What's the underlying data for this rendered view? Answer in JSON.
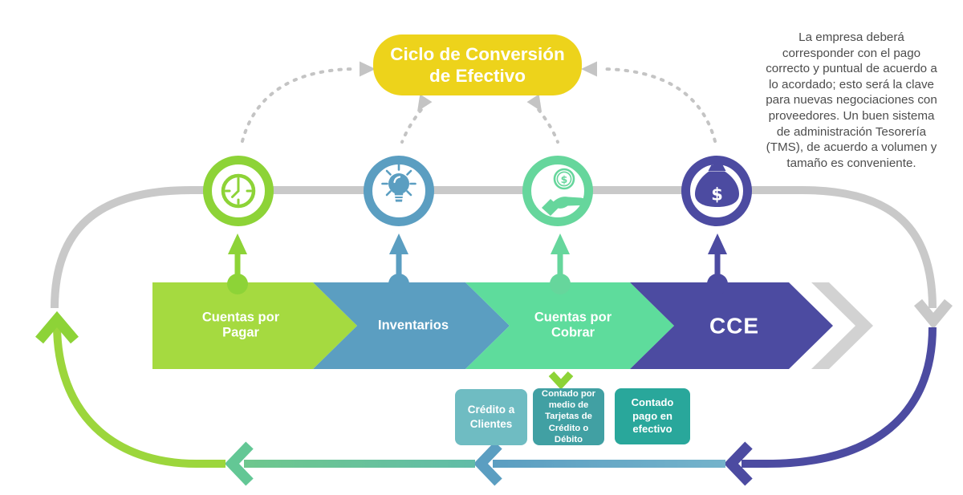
{
  "title": {
    "text": "Ciclo de Conversión de Efectivo"
  },
  "note": {
    "lines": [
      "La empresa deberá",
      "corresponder con el pago",
      "correcto y puntual de acuerdo a",
      "lo acordado; esto será la clave",
      "para nuevas negociaciones con",
      "proveedores. Un buen sistema",
      "de administración Tesorería",
      "(TMS), de acuerdo a volumen y",
      "tamaño es conveniente."
    ]
  },
  "stages": [
    {
      "label": "Cuentas por Pagar",
      "band_color": "#A5DA40",
      "accent": "#8DD337",
      "icon": "clock-icon"
    },
    {
      "label": "Inventarios",
      "band_color": "#5B9EC1",
      "accent": "#5B9EC1",
      "icon": "lightbulb-icon"
    },
    {
      "label": "Cuentas por Cobrar",
      "band_color": "#5EDC9C",
      "accent": "#66D69C",
      "icon": "hand-coin-icon"
    },
    {
      "label": "CCE",
      "band_color": "#4C4BA1",
      "accent": "#4C4BA1",
      "icon": "money-bag-icon"
    }
  ],
  "payment_methods": [
    {
      "label": "Crédito a Clientes",
      "color": "#6FBCC2"
    },
    {
      "label": "Contado por medio de Tarjetas de Crédito o Débito",
      "color": "#41A0A3"
    },
    {
      "label": "Contado pago en efectivo",
      "color": "#29A79B"
    }
  ],
  "icon_symbols": {
    "dollar": "$"
  },
  "colors": {
    "yellow": "#EDD31B",
    "white": "#FFFFFF",
    "gray_line": "#C9C9C9",
    "gray_chevron": "#D2D2D2",
    "dash_gray": "#C4C4C4",
    "lime": "#8DD337",
    "lime_line": "#9CD63C",
    "blue": "#5B9EC1",
    "mint_arrow": "#63C795",
    "indigo": "#4C4BA1",
    "mint_line_left": "#6EC78D",
    "mint_line_right": "#61BCA8",
    "blue_line_left": "#5B9EC1",
    "blue_line_right": "#74B3CB",
    "text_dark": "#4D4D4D"
  }
}
